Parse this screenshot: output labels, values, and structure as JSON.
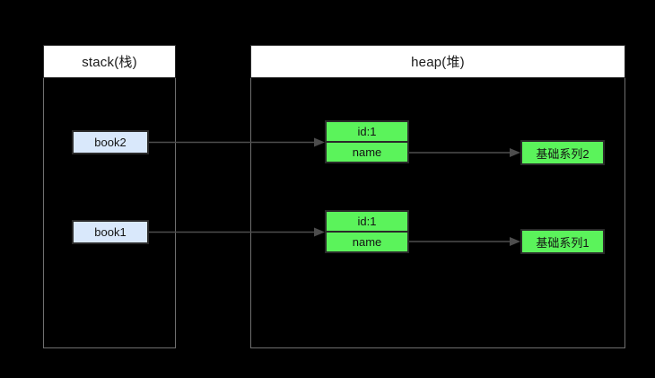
{
  "diagram": {
    "title_stack": "stack(栈)",
    "title_heap": "heap(堆)",
    "stack": {
      "variables": [
        {
          "name": "book2",
          "label": "book2"
        },
        {
          "name": "book1",
          "label": "book1"
        }
      ]
    },
    "heap": {
      "objects": [
        {
          "id_label": "id:1",
          "name_label": "name"
        },
        {
          "id_label": "id:1",
          "name_label": "name"
        }
      ],
      "strings": [
        {
          "label": "基础系列2"
        },
        {
          "label": "基础系列1"
        }
      ]
    },
    "colors": {
      "background": "#000000",
      "panel_header_bg": "#ffffff",
      "panel_border": "#6f6f6f",
      "variable_fill": "#d9e8fb",
      "object_fill": "#5bf35b",
      "string_fill": "#5bf35b",
      "node_border": "#2a2a2a",
      "connector": "#4d4d4d",
      "text": "#141414"
    }
  }
}
